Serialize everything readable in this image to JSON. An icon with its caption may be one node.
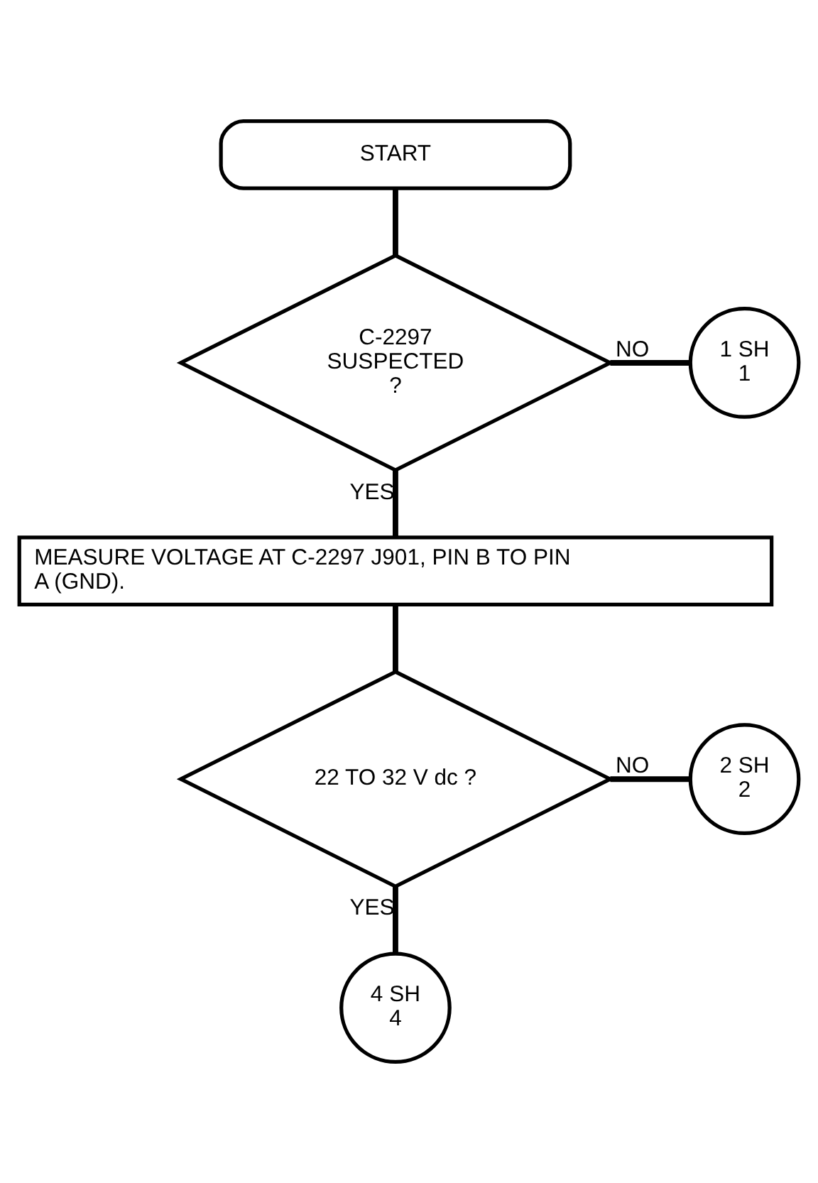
{
  "diagram": {
    "nodes": [
      {
        "text": [
          "START"
        ]
      },
      {
        "text": [
          "C-2297 SUSPECTED ?"
        ]
      },
      {
        "text": [
          "1 SH 1"
        ]
      },
      {
        "text": [
          "MEASURE VOLTAGE AT C-2297 J901, PIN B TO PIN A (GND)."
        ]
      },
      {
        "text": [
          "22 TO 32 V dc ?"
        ]
      },
      {
        "text": [
          "2 SH 2"
        ]
      },
      {
        "text": [
          "4 SH 4"
        ]
      }
    ],
    "edges": [
      {
        "from": 0,
        "to": 1,
        "arrow": "none"
      },
      {
        "from": 1,
        "to": 2,
        "arrow": "none",
        "label": "NO"
      },
      {
        "from": 1,
        "to": 3,
        "arrow": "none",
        "label": "YES"
      },
      {
        "from": 3,
        "to": 4,
        "arrow": "none"
      },
      {
        "from": 4,
        "to": 5,
        "arrow": "none",
        "label": "NO"
      },
      {
        "from": 4,
        "to": 6,
        "arrow": "none",
        "label": "YES"
      }
    ]
  }
}
